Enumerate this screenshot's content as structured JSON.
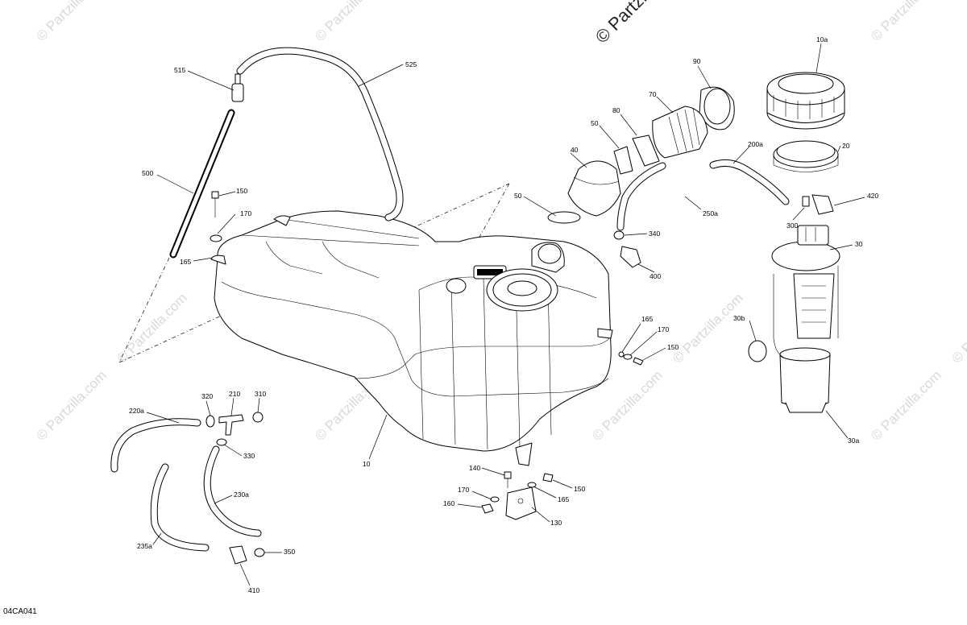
{
  "watermark": {
    "copyright": "© Partzilla.com",
    "repeated": "© Partzilla.com"
  },
  "diagram_code": "04CA041",
  "callouts": {
    "c515": "515",
    "c525": "525",
    "c500": "500",
    "c150a": "150",
    "c170a": "170",
    "c165a": "165",
    "c10": "10",
    "c90": "90",
    "c70": "70",
    "c80": "80",
    "c50a": "50",
    "c40": "40",
    "c50b": "50",
    "c10a": "10a",
    "c20": "20",
    "c200a": "200a",
    "c250a": "250a",
    "c340": "340",
    "c400": "400",
    "c420": "420",
    "c300": "300",
    "c30": "30",
    "c30b": "30b",
    "c30a": "30a",
    "c165b": "165",
    "c170b": "170",
    "c150b": "150",
    "c320": "320",
    "c210": "210",
    "c310": "310",
    "c220a": "220a",
    "c330": "330",
    "c230a": "230a",
    "c235a": "235a",
    "c350": "350",
    "c410": "410",
    "c140": "140",
    "c150c": "150",
    "c170c": "170",
    "c165c": "165",
    "c160": "160",
    "c130": "130"
  }
}
